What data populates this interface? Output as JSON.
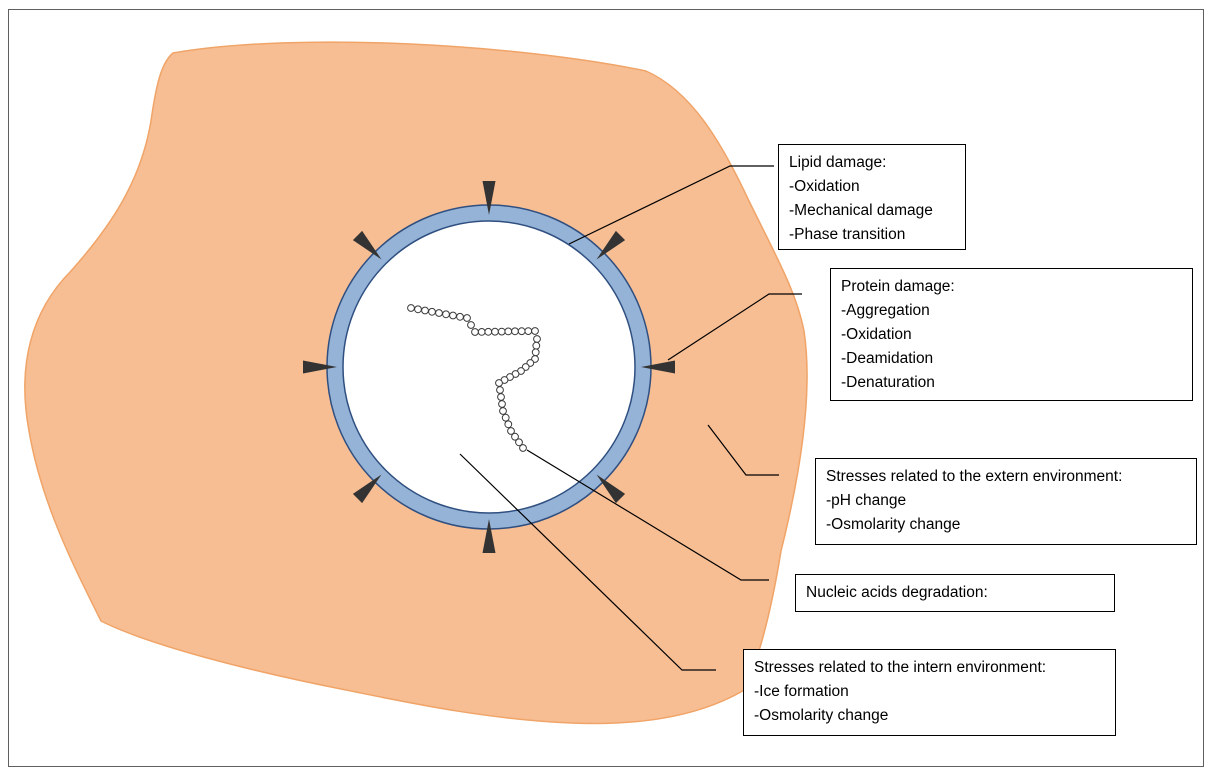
{
  "colors": {
    "environment_fill": "#f7be94",
    "environment_stroke": "#f0a468",
    "membrane_fill": "#95b3d7",
    "membrane_stroke": "#2f4f80",
    "interior_fill": "#ffffff",
    "stress_arrow": "#333333",
    "bead_stroke": "#3a3a3a",
    "callout_line": "#000000"
  },
  "callouts": {
    "lipid": {
      "heading": "Lipid damage:",
      "items": [
        "-Oxidation",
        "-Mechanical damage",
        "-Phase transition"
      ]
    },
    "protein": {
      "heading": "Protein damage:",
      "items": [
        "-Aggregation",
        "-Oxidation",
        "-Deamidation",
        "-Denaturation"
      ]
    },
    "extern": {
      "heading": "Stresses related to the extern environment:",
      "items": [
        "-pH change",
        "-Osmolarity change"
      ]
    },
    "nucleic": {
      "heading": "Nucleic acids degradation:",
      "items": []
    },
    "intern": {
      "heading": "Stresses related to the intern environment:",
      "items": [
        "-Ice formation",
        "-Osmolarity change"
      ]
    }
  }
}
